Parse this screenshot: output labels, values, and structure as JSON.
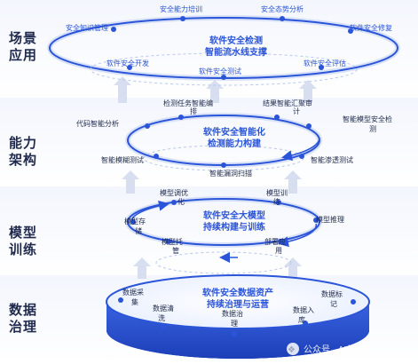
{
  "layers": [
    {
      "id": "scene",
      "label_l1": "场景",
      "label_l2": "应用"
    },
    {
      "id": "capability",
      "label_l1": "能力",
      "label_l2": "架构"
    },
    {
      "id": "model",
      "label_l1": "模型",
      "label_l2": "训练"
    },
    {
      "id": "data",
      "label_l1": "数据",
      "label_l2": "治理"
    }
  ],
  "scene": {
    "center_l1": "软件安全检测",
    "center_l2": "智能流水线支撑",
    "items": {
      "knowledge": "安全知识管理",
      "training": "安全能力培训",
      "situation": "安全态势分析",
      "repair": "软件安全修复",
      "dev": "软件安全开发",
      "test": "软件安全测试",
      "eval": "软件安全评估"
    }
  },
  "capability": {
    "center_l1": "软件安全智能化",
    "center_l2": "检测能力构建",
    "items": {
      "code_analysis": "代码智能分析",
      "task_l1": "检测任务智能编",
      "task_l2": "排",
      "result_l1": "结果智能汇聚审",
      "result_l2": "计",
      "model_l1": "智能模型安全检",
      "model_l2": "测",
      "fuzz": "智能模糊测试",
      "vuln_scan": "智能漏洞扫描",
      "pentest": "智能渗透测试"
    }
  },
  "model": {
    "center_l1": "软件安全大模型",
    "center_l2": "持续构建与训练",
    "items": {
      "tune_l1": "模型调优",
      "tune_l2": "化",
      "train_l1": "模型训",
      "train_l2": "练",
      "store_l1": "模型存",
      "store_l2": "储",
      "infer": "模型推理",
      "host_l1": "模型托",
      "host_l2": "管",
      "deploy_l1": "部署应",
      "deploy_l2": "用"
    }
  },
  "data": {
    "center_l1": "软件安全数据资产",
    "center_l2": "持续治理与运营",
    "items": {
      "collect_l1": "数据采",
      "collect_l2": "集",
      "clean_l1": "数据清",
      "clean_l2": "洗",
      "govern_l1": "数据治",
      "govern_l2": "理",
      "ingest_l1": "数据入",
      "ingest_l2": "库",
      "label_l1": "数据标",
      "label_l2": "记"
    }
  },
  "watermark": "公众号 · AI与安全",
  "colors": {
    "primary": "#2b55d8",
    "ring_glow": "#c9d6f7",
    "text": "#1f2a4d",
    "arrow": "#cfd8ee"
  }
}
